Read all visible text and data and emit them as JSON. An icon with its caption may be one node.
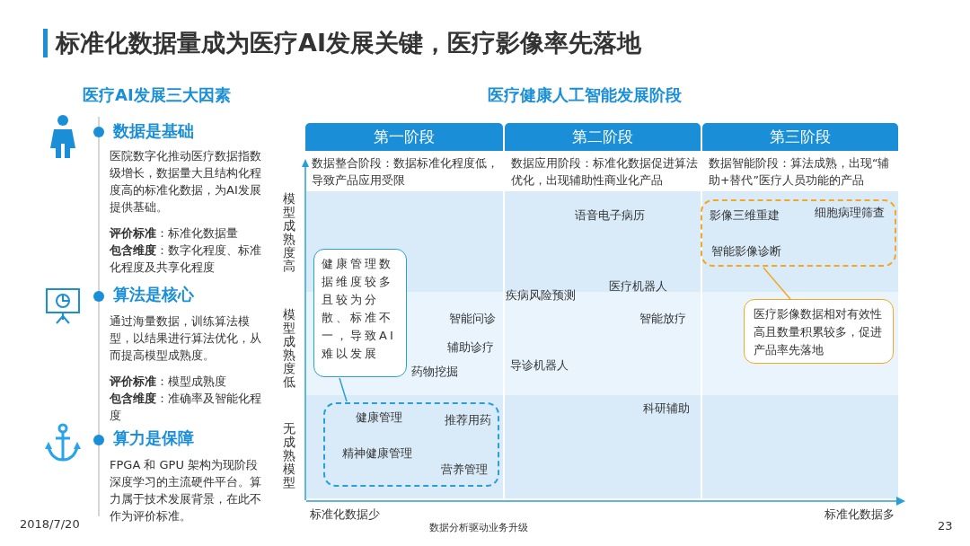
{
  "diagram": {
    "title": "标准化数据量成为医疗AI发展关键，医疗影像率先落地",
    "nodes": [
      {
        "text": [
          "第一阶段"
        ],
        "beside": [
          "数据整合阶段：数据标准化程度低，导致产品应用受限"
        ]
      },
      {
        "text": [
          "第二阶段"
        ],
        "beside": [
          "数据应用阶段：标准化数据促进算法优化，出现辅助性商业化产品"
        ]
      },
      {
        "text": [
          "第三阶段"
        ],
        "beside": [
          "数据智能阶段：算法成熟，出现“辅助+替代”医疗人员功能的产品"
        ]
      },
      {
        "text": [],
        "shape": "box"
      },
      {
        "text": [
          "医疗影像数据相对有效性高且数量积累较多，促进产品率先落地"
        ]
      },
      {
        "text": [
          "健康管理数据维度较多且较为分散、标准不一，导致AI难以发展"
        ]
      },
      {
        "text": [],
        "shape": "box"
      }
    ],
    "edges": [
      {
        "from": 4,
        "to": 3,
        "arrow": "none",
        "color": "#f5a623"
      },
      {
        "from": 5,
        "to": 6,
        "arrow": "none",
        "color": "#2a9fd6"
      }
    ],
    "labels": [
      "医疗AI发展三大因素",
      "数据是基础",
      "医院数字化推动医疗数据指数级增长，数据量大且结构化程度高的标准化数据，为AI发展提供基础。",
      "**评价标准**：标准化数据量",
      "**包含维度**：数字化程度、标准化程度及共享化程度",
      "算法是核心",
      "通过海量数据，训练算法模型，以结果进行算法优化，从而提高模型成熟度。",
      "**评价标准**：模型成熟度",
      "**包含维度**：准确率及智能化程度",
      "算力是保障",
      "FPGA 和 GPU 架构为现阶段深度学习的主流硬件平台。算力属于技术发展背景，在此不作为评价标准。",
      "医疗健康人工智能发展阶段",
      "模型成熟度高",
      "模型成熟度低",
      "无成熟模型",
      "语音电子病历",
      "影像三维重建",
      "细胞病理筛查",
      "智能影像诊断",
      "疾病风险预测",
      "医疗机器人",
      "智能问诊",
      "智能放疗",
      "辅助诊疗",
      "导诊机器人",
      "药物挖掘",
      "健康管理",
      "推荐用药",
      "科研辅助",
      "精神健康管理",
      "营养管理",
      "标准化数据少",
      "标准化数据多",
      "2018/7/20",
      "数据分析驱动业务升级",
      "23"
    ]
  }
}
